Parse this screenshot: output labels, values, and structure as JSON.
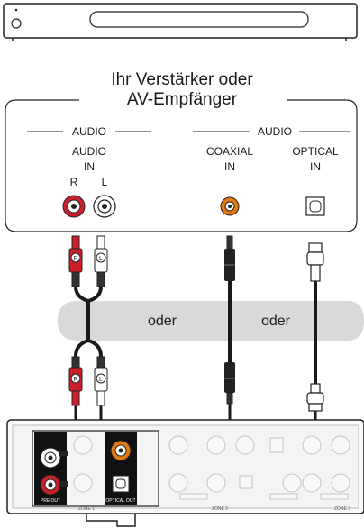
{
  "title_line1": "Ihr Verstärker oder",
  "title_line2": "AV-Empfänger",
  "audio_group_left": "AUDIO",
  "audio_group_right": "AUDIO",
  "audio_in_line1": "AUDIO",
  "audio_in_line2": "IN",
  "jack_r": "R",
  "jack_l": "L",
  "coaxial_line1": "COAXIAL",
  "coaxial_line2": "IN",
  "optical_line1": "OPTICAL",
  "optical_line2": "IN",
  "oder_1": "oder",
  "oder_2": "oder",
  "plug_r": "R",
  "plug_l": "L",
  "zone1": "ZONE 1",
  "zone2": "ZONE 2",
  "zone3": "ZONE 3",
  "pre_out": "PRE OUT",
  "optical_out": "OPTICAL OUT",
  "colors": {
    "red": "#cc1f2a",
    "orange": "#e07a10",
    "cable": "#1a1a1a",
    "band": "#d9d9d9"
  }
}
